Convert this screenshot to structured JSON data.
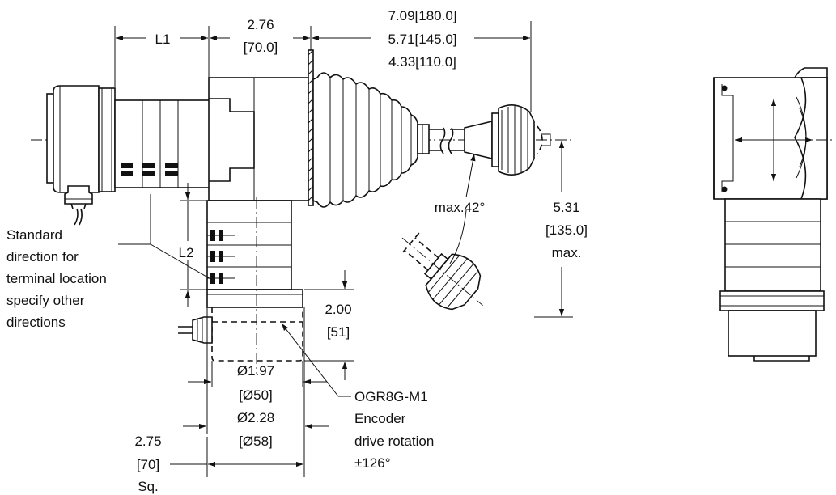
{
  "dimensions": {
    "L1": "L1",
    "d276_in": "2.76",
    "d276_mm": "[70.0]",
    "d709": "7.09[180.0]",
    "d571": "5.71[145.0]",
    "d433": "4.33[110.0]",
    "angle": "max.42°",
    "d531_in": "5.31",
    "d531_mm": "[135.0]",
    "d531_max": "max.",
    "L2": "L2",
    "d200_in": "2.00",
    "d200_mm": "[51]",
    "dia197_in": "Ø1.97",
    "dia197_mm": "[Ø50]",
    "dia228_in": "Ø2.28",
    "dia228_mm": "[Ø58]",
    "sq275_in": "2.75",
    "sq275_mm": "[70]",
    "sq_label": "Sq."
  },
  "note_terminal": [
    "Standard",
    "direction for",
    "terminal location",
    "specify other",
    "directions"
  ],
  "note_encoder": [
    "OGR8G-M1",
    "Encoder",
    "drive rotation",
    "±126°"
  ]
}
